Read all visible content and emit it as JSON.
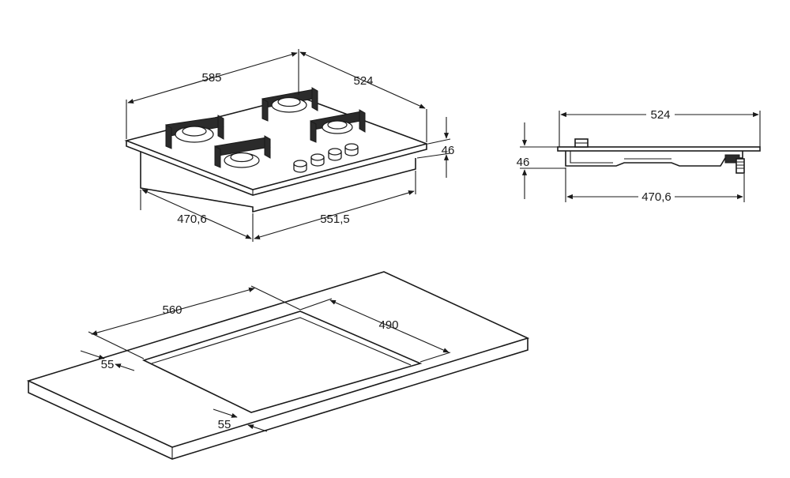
{
  "dimensions": {
    "hob_width": "585",
    "hob_depth": "524",
    "hob_height": "46",
    "base_depth": "470,6",
    "base_width": "551,5",
    "side_depth": "524",
    "side_height": "46",
    "side_base_depth": "470,6",
    "cutout_width": "560",
    "cutout_depth": "490",
    "back_margin": "55",
    "front_margin": "55"
  },
  "colors": {
    "line": "#1a1a1a",
    "background": "#ffffff"
  }
}
